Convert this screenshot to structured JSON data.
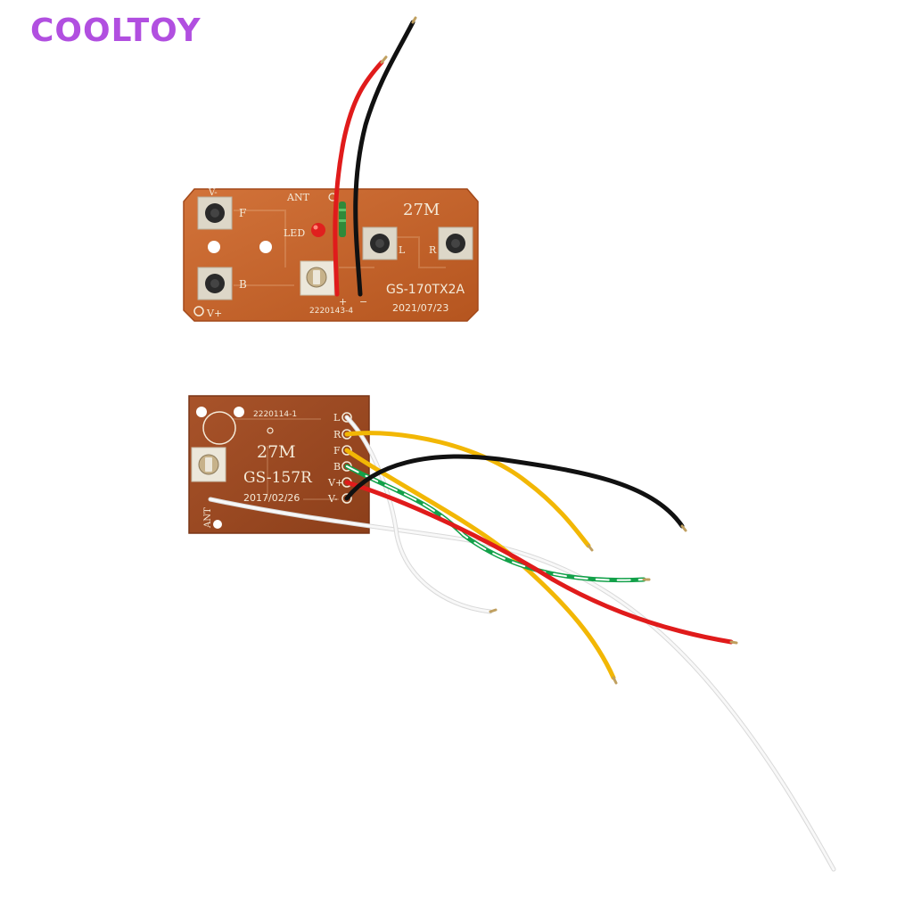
{
  "brand": {
    "text": "COOLTOY",
    "color": "#b14fe0"
  },
  "transmitter": {
    "frequency": "27M",
    "model": "GS-170TX2A",
    "date": "2021/07/23",
    "code": "2220143-4",
    "labels": {
      "ant": "ANT",
      "led": "LED",
      "forward": "F",
      "back": "B",
      "left": "L",
      "right": "R",
      "vplus": "V+",
      "vminus": "V-",
      "plus": "+",
      "minus": "−"
    },
    "board_color": "#c7652b"
  },
  "receiver": {
    "frequency": "27M",
    "model": "GS-157R",
    "date": "2017/02/26",
    "code": "2220114-1",
    "labels": {
      "ant": "ANT",
      "l": "L",
      "r": "R",
      "f": "F",
      "b": "B",
      "vplus": "V+",
      "vminus": "V-"
    },
    "board_color": "#9b4a21"
  },
  "wires": {
    "red": "#e01b1b",
    "black": "#111111",
    "yellow": "#f2b705",
    "green": "#13a14a",
    "white": "#f4f4f4"
  }
}
